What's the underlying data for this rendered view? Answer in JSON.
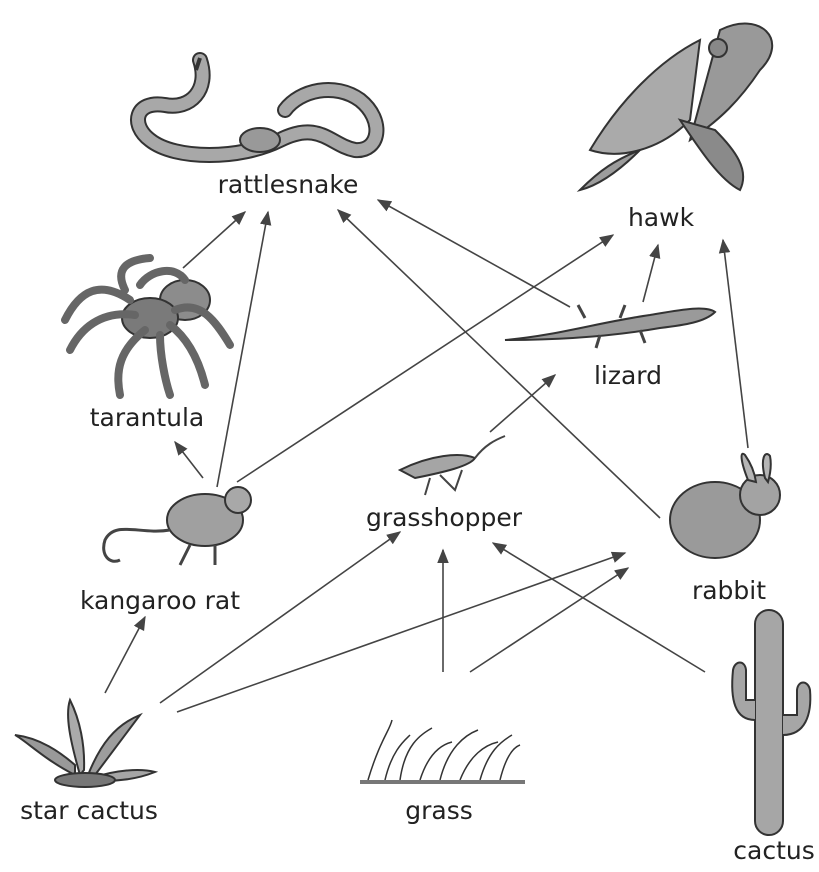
{
  "organisms": {
    "rattlesnake": "rattlesnake",
    "hawk": "hawk",
    "tarantula": "tarantula",
    "lizard": "lizard",
    "kangaroo_rat": "kangaroo rat",
    "grasshopper": "grasshopper",
    "rabbit": "rabbit",
    "star_cactus": "star cactus",
    "grass": "grass",
    "cactus": "cactus"
  },
  "energy_flow": [
    {
      "from": "tarantula",
      "to": "rattlesnake"
    },
    {
      "from": "kangaroo rat",
      "to": "rattlesnake"
    },
    {
      "from": "lizard",
      "to": "rattlesnake"
    },
    {
      "from": "rabbit",
      "to": "rattlesnake"
    },
    {
      "from": "kangaroo rat",
      "to": "hawk"
    },
    {
      "from": "lizard",
      "to": "hawk"
    },
    {
      "from": "rabbit",
      "to": "hawk"
    },
    {
      "from": "kangaroo rat",
      "to": "tarantula"
    },
    {
      "from": "grasshopper",
      "to": "lizard"
    },
    {
      "from": "star cactus",
      "to": "kangaroo rat"
    },
    {
      "from": "star cactus",
      "to": "grasshopper"
    },
    {
      "from": "star cactus",
      "to": "rabbit"
    },
    {
      "from": "grass",
      "to": "grasshopper"
    },
    {
      "from": "grass",
      "to": "rabbit"
    },
    {
      "from": "cactus",
      "to": "grasshopper"
    }
  ],
  "colors": {
    "arrow": "#444444",
    "organism_fill": "#9a9a9a",
    "organism_dark": "#555555"
  }
}
